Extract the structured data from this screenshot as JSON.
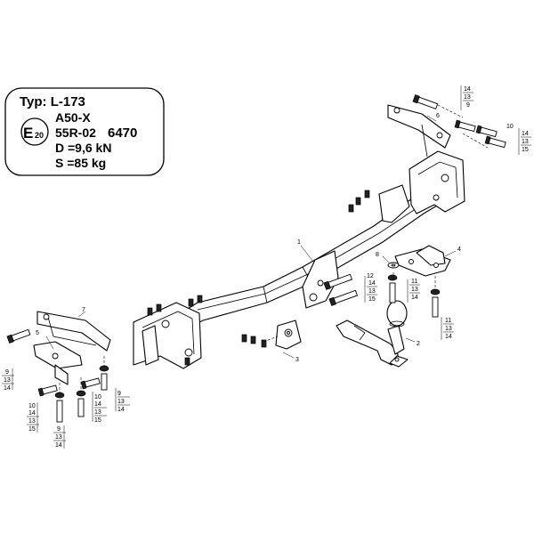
{
  "spec_label": {
    "type": "Typ: L-173",
    "class": "A50-X",
    "approval_prefix": "55R-02",
    "approval_number": "6470",
    "d_value": "D =9,6 kN",
    "s_value": "S =85 kg",
    "e_mark_letter": "E",
    "e_mark_number": "20"
  },
  "parts": [
    {
      "id": "1",
      "name": "main-crossbar"
    },
    {
      "id": "2",
      "name": "tow-ball"
    },
    {
      "id": "3",
      "name": "socket-plate"
    },
    {
      "id": "4",
      "name": "right-bracket"
    },
    {
      "id": "5",
      "name": "left-bracket"
    },
    {
      "id": "6",
      "name": "right-side-arm"
    },
    {
      "id": "7",
      "name": "left-side-arm"
    },
    {
      "id": "8",
      "name": "washer"
    }
  ],
  "hardware_callouts": [
    {
      "key": "top-right-a",
      "numbers": [
        "14",
        "13",
        "9"
      ]
    },
    {
      "key": "top-right-b",
      "numbers": [
        "10",
        "14",
        "13",
        "15"
      ]
    },
    {
      "key": "center-a",
      "numbers": [
        "12",
        "14",
        "13",
        "15"
      ]
    },
    {
      "key": "center-b",
      "numbers": [
        "11",
        "13",
        "14"
      ]
    },
    {
      "key": "right-low",
      "numbers": [
        "11",
        "13",
        "14"
      ]
    },
    {
      "key": "left-a",
      "numbers": [
        "9",
        "13",
        "14"
      ]
    },
    {
      "key": "left-b",
      "numbers": [
        "10",
        "14",
        "13",
        "15"
      ]
    },
    {
      "key": "left-c",
      "numbers": [
        "10",
        "14",
        "13",
        "15"
      ]
    },
    {
      "key": "left-d",
      "numbers": [
        "9",
        "13",
        "14"
      ]
    },
    {
      "key": "left-e",
      "numbers": [
        "9",
        "13",
        "14"
      ]
    }
  ]
}
